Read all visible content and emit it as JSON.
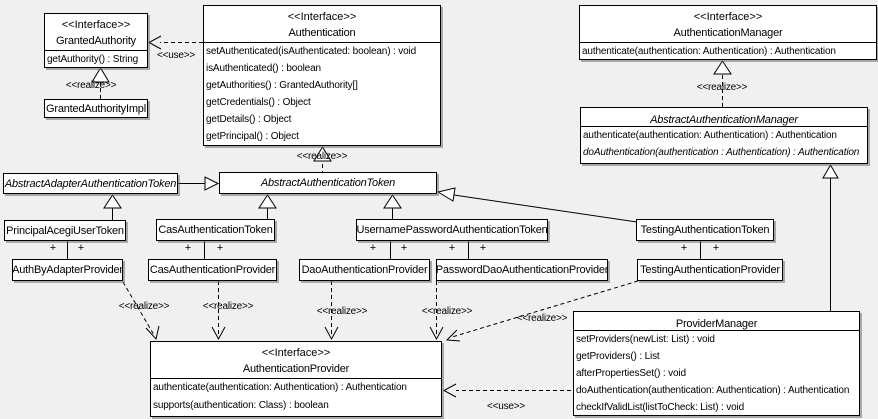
{
  "labels": {
    "interface": "<<Interface>>",
    "realize": "<<realize>>",
    "use": "<<use>>",
    "plus": "+"
  },
  "nodes": [
    {
      "name": "GrantedAuthority",
      "stereotype": "<<Interface>>",
      "methods": [
        "getAuthority() : String"
      ]
    },
    {
      "name": "GrantedAuthorityImpl"
    },
    {
      "name": "Authentication",
      "stereotype": "<<Interface>>",
      "methods": [
        "setAuthenticated(isAuthenticated: boolean) : void",
        "isAuthenticated() : boolean",
        "getAuthorities() : GrantedAuthority[]",
        "getCredentials() : Object",
        "getDetails() : Object",
        "getPrincipal() : Object"
      ]
    },
    {
      "name": "AuthenticationManager",
      "stereotype": "<<Interface>>",
      "methods": [
        "authenticate(authentication: Authentication) : Authentication"
      ]
    },
    {
      "name": "AbstractAuthenticationManager",
      "methods": [
        "authenticate(authentication: Authentication) : Authentication",
        "doAuthentication(authentication : Authentication) : Authentication"
      ]
    },
    {
      "name": "AbstractAdapterAuthenticationToken"
    },
    {
      "name": "AbstractAuthenticationToken"
    },
    {
      "name": "PrincipalAcegiUserToken"
    },
    {
      "name": "CasAuthenticationToken"
    },
    {
      "name": "UsernamePasswordAuthenticationToken"
    },
    {
      "name": "TestingAuthenticationToken"
    },
    {
      "name": "AuthByAdapterProvider"
    },
    {
      "name": "CasAuthenticationProvider"
    },
    {
      "name": "DaoAuthenticationProvider"
    },
    {
      "name": "PasswordDaoAuthenticationProvider"
    },
    {
      "name": "TestingAuthenticationProvider"
    },
    {
      "name": "AuthenticationProvider",
      "stereotype": "<<Interface>>",
      "methods": [
        "authenticate(authentication: Authentication) : Authentication",
        "supports(authentication: Class) : boolean"
      ]
    },
    {
      "name": "ProviderManager",
      "methods": [
        "setProviders(newList: List) : void",
        "getProviders() : List",
        "afterPropertiesSet() : void",
        "doAuthentication(authentication: Authentication) : Authentication",
        "checkIfValidList(listToCheck: List) : void"
      ]
    }
  ]
}
